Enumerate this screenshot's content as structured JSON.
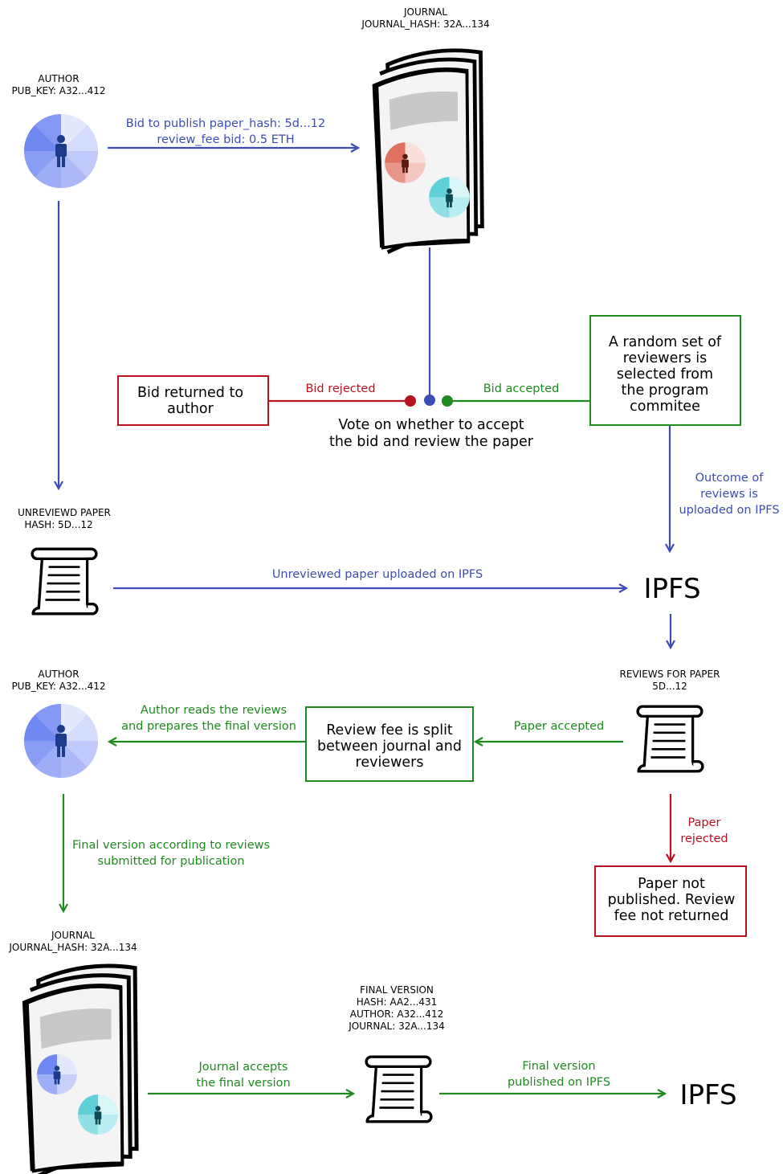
{
  "colors": {
    "blue": "#3d4db5",
    "green": "#1f8a1f",
    "red": "#b8121f",
    "author_icon": "#6f86f0",
    "reviewer_red": "#e07060",
    "reviewer_cyan": "#5fd0d8"
  },
  "nodes": {
    "author_top": {
      "line1": "AUTHOR",
      "line2": "PUB_KEY: A32...412",
      "icon": "user-icon"
    },
    "journal_top": {
      "line1": "JOURNAL",
      "line2": "JOURNAL_HASH: 32A...134",
      "icon": "journal-icon"
    },
    "bid_returned": {
      "line1": "Bid returned to",
      "line2": "author"
    },
    "vote": {
      "line1": "Vote on whether to accept",
      "line2": "the bid and review the paper"
    },
    "random_reviewers": {
      "line1": "A random set of",
      "line2": "reviewers is",
      "line3": "selected from",
      "line4": "the program",
      "line5": "commitee"
    },
    "unreviewed_paper": {
      "line1": "UNREVIEWD PAPER",
      "line2": "HASH: 5D...12",
      "icon": "scroll-icon"
    },
    "ipfs_mid": {
      "label": "IPFS"
    },
    "reviews_for_paper": {
      "line1": "REVIEWS FOR PAPER",
      "line2": "5D...12",
      "icon": "scroll-icon"
    },
    "author_bottom": {
      "line1": "AUTHOR",
      "line2": "PUB_KEY: A32...412",
      "icon": "user-icon"
    },
    "fee_split": {
      "line1": "Review fee is split",
      "line2": "between journal and",
      "line3": "reviewers"
    },
    "not_published": {
      "line1": "Paper not",
      "line2": "published. Review",
      "line3": "fee not returned"
    },
    "journal_bottom": {
      "line1": "JOURNAL",
      "line2": "JOURNAL_HASH: 32A...134",
      "icon": "journal-icon"
    },
    "final_version": {
      "line1": "FINAL VERSION",
      "line2": "HASH: AA2...431",
      "line3": "AUTHOR: A32...412",
      "line4": "JOURNAL: 32A...134",
      "icon": "scroll-icon"
    },
    "ipfs_bottom": {
      "label": "IPFS"
    }
  },
  "edges": {
    "bid_publish": {
      "line1": "Bid to publish paper_hash: 5d...12",
      "line2": "review_fee bid: 0.5 ETH"
    },
    "bid_rejected": {
      "label": "Bid rejected"
    },
    "bid_accepted": {
      "label": "Bid accepted"
    },
    "outcome_uploaded": {
      "line1": "Outcome of",
      "line2": "reviews is",
      "line3": "uploaded on IPFS"
    },
    "unreviewed_uploaded": {
      "label": "Unreviewed paper uploaded on IPFS"
    },
    "author_reads": {
      "line1": "Author reads the reviews",
      "line2": "and prepares the final version"
    },
    "paper_accepted": {
      "label": "Paper accepted"
    },
    "paper_rejected": {
      "line1": "Paper",
      "line2": "rejected"
    },
    "final_submitted": {
      "line1": "Final version according to reviews",
      "line2": "submitted for publication"
    },
    "journal_accepts": {
      "line1": "Journal accepts",
      "line2": "the final version"
    },
    "final_published": {
      "line1": "Final version",
      "line2": "published on IPFS"
    }
  }
}
